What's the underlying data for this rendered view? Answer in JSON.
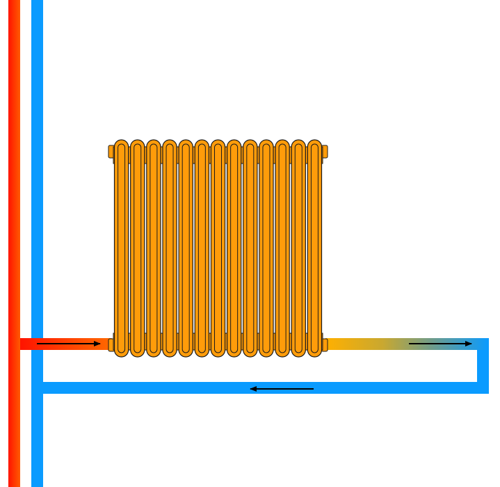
{
  "diagram": {
    "type": "radiator-heating-circuit",
    "radiator_sections": 13,
    "colors": {
      "hot": "#ff1a00",
      "hot_edge": "#ff5a00",
      "cold": "#0a9bff",
      "radiator": "#ff9c0a",
      "radiator_outlet": "#f5b000",
      "outline": "#1a1a1a",
      "arrow": "#000000"
    },
    "flow_arrows": [
      {
        "segment": "supply-to-radiator",
        "direction": "right"
      },
      {
        "segment": "radiator-outlet",
        "direction": "right"
      },
      {
        "segment": "return-to-riser",
        "direction": "left"
      }
    ]
  }
}
